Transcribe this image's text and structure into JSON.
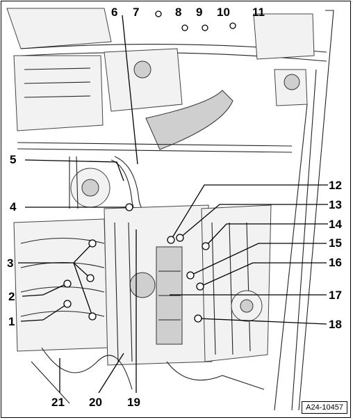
{
  "callouts": {
    "c1": "1",
    "c2": "2",
    "c3": "3",
    "c4": "4",
    "c5": "5",
    "c6": "6",
    "c7": "7",
    "c8": "8",
    "c9": "9",
    "c10": "10",
    "c11": "11",
    "c12": "12",
    "c13": "13",
    "c14": "14",
    "c15": "15",
    "c16": "16",
    "c17": "17",
    "c18": "18",
    "c19": "19",
    "c20": "20",
    "c21": "21"
  },
  "reference_code": "A24-10457"
}
